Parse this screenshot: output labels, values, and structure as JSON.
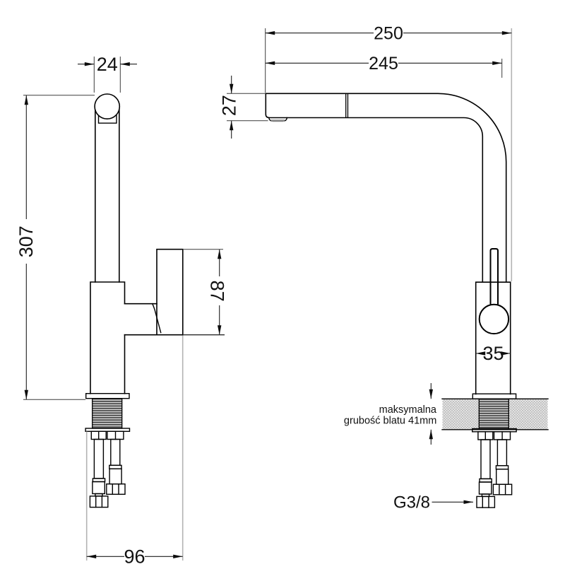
{
  "drawing": {
    "front_view": {
      "spout_width": "24",
      "total_height": "307",
      "handle_height": "87",
      "base_width": "96"
    },
    "side_view": {
      "reach_outer": "250",
      "reach_inner": "245",
      "spout_height": "27",
      "body_width": "35",
      "thread_size": "G3/8",
      "note1": "maksymalna",
      "note2": "grubość blatu 41mm"
    }
  }
}
